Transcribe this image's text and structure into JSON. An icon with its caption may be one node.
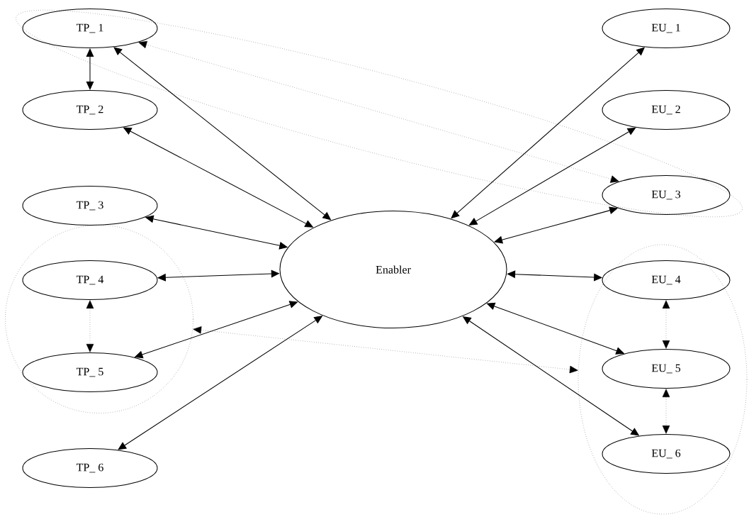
{
  "diagram": {
    "nodes": [
      {
        "text": [],
        "shape": "ellipse"
      },
      {
        "text": [
          "TP_ 1"
        ],
        "in": 0
      },
      {
        "text": [
          "TP_ 2"
        ]
      },
      {
        "text": [
          "TP_ 3"
        ]
      },
      {
        "text": [],
        "shape": "ellipse"
      },
      {
        "text": [
          "TP_ 4"
        ],
        "in": 4
      },
      {
        "text": [
          "TP_ 5"
        ],
        "in": 4
      },
      {
        "text": [
          "TP_ 6"
        ]
      },
      {
        "text": [
          "Enabler"
        ]
      },
      {
        "text": [
          "EU_ 1"
        ]
      },
      {
        "text": [
          "EU_ 2"
        ]
      },
      {
        "text": [
          "EU_ 3"
        ],
        "in": 0
      },
      {
        "text": [],
        "shape": "ellipse"
      },
      {
        "text": [
          "EU_ 4"
        ],
        "in": 12
      },
      {
        "text": [
          "EU_ 5"
        ],
        "in": 12
      },
      {
        "text": [
          "EU_ 6"
        ],
        "in": 12
      }
    ],
    "edges": [
      {
        "from": 1,
        "to": 2,
        "arrow": "both"
      },
      {
        "from": 1,
        "to": 8,
        "arrow": "both"
      },
      {
        "from": 2,
        "to": 8,
        "arrow": "both"
      },
      {
        "from": 3,
        "to": 8,
        "arrow": "both"
      },
      {
        "from": 5,
        "to": 8,
        "arrow": "both"
      },
      {
        "from": 6,
        "to": 8,
        "arrow": "both"
      },
      {
        "from": 7,
        "to": 8,
        "arrow": "both"
      },
      {
        "from": 5,
        "to": 6,
        "arrow": "both",
        "style": "dashed"
      },
      {
        "from": 1,
        "to": 11,
        "arrow": "both",
        "style": "dashed"
      },
      {
        "from": 4,
        "to": 12,
        "arrow": "both",
        "style": "dashed"
      },
      {
        "from": 9,
        "to": 8,
        "arrow": "both"
      },
      {
        "from": 10,
        "to": 8,
        "arrow": "both"
      },
      {
        "from": 11,
        "to": 8,
        "arrow": "both"
      },
      {
        "from": 13,
        "to": 8,
        "arrow": "both"
      },
      {
        "from": 14,
        "to": 8,
        "arrow": "both"
      },
      {
        "from": 15,
        "to": 8,
        "arrow": "both"
      },
      {
        "from": 13,
        "to": 14,
        "arrow": "both",
        "style": "dashed"
      },
      {
        "from": 14,
        "to": 15,
        "arrow": "both",
        "style": "dashed"
      }
    ]
  }
}
